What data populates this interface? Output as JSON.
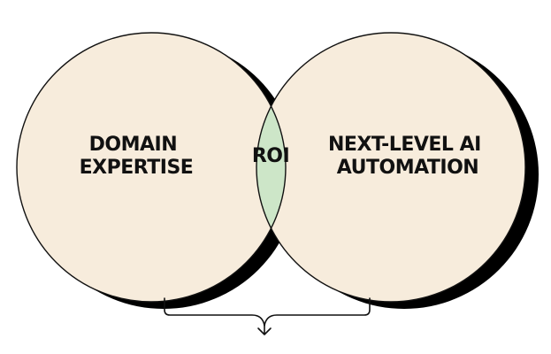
{
  "diagram": {
    "left_set": {
      "label_lines": [
        "DOMAIN",
        "EXPERTISE"
      ]
    },
    "right_set": {
      "label_lines": [
        "NEXT-LEVEL AI",
        "AUTOMATION"
      ]
    },
    "intersection": {
      "label": "ROI"
    }
  },
  "colors": {
    "circle_fill": "#f7ecdc",
    "intersection_fill": "#cde6c8",
    "shadow": "#000000",
    "stroke": "#111111",
    "text": "#111111",
    "background": "#ffffff"
  }
}
